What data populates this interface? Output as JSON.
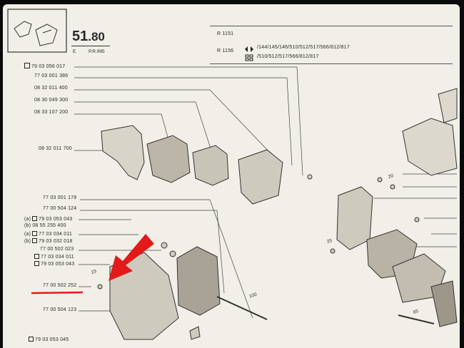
{
  "header": {
    "section_number": "51",
    "section_sub": ".80",
    "edition": "E",
    "pr": "P.R.995"
  },
  "applicability": [
    {
      "model": "R 1151",
      "codes": ""
    },
    {
      "model": "R 1156",
      "codes": "/144/145/146/510/512/517/566/812/817"
    },
    {
      "model": "",
      "codes": "/510/512/517/566/812/817"
    }
  ],
  "parts_top": [
    "79 03 056 017",
    "77 03 001 386",
    "08 32 011 400",
    "08 30 049 300",
    "08 33 107 200",
    "08 32 011 700"
  ],
  "parts_bottom": [
    "77 03 001 178",
    "77 00 504 124",
    "79 03 053 043",
    "08 55 255 400",
    "77 03 034 011",
    "79 03 032 018",
    "77 00 502 023",
    "77 03 034 011",
    "79 03 053 043",
    "77 00 502 252",
    "77 00 504 123",
    "79 03 053 045"
  ],
  "prefix_marks": {
    "a": "(a)",
    "b": "(b)"
  },
  "dimensions": [
    "23",
    "100",
    "20",
    "25",
    "65"
  ],
  "colors": {
    "arrow": "#e41a1a",
    "underline": "#e41a1a",
    "paper": "#f1efe7",
    "ink": "#2a2a2a"
  }
}
